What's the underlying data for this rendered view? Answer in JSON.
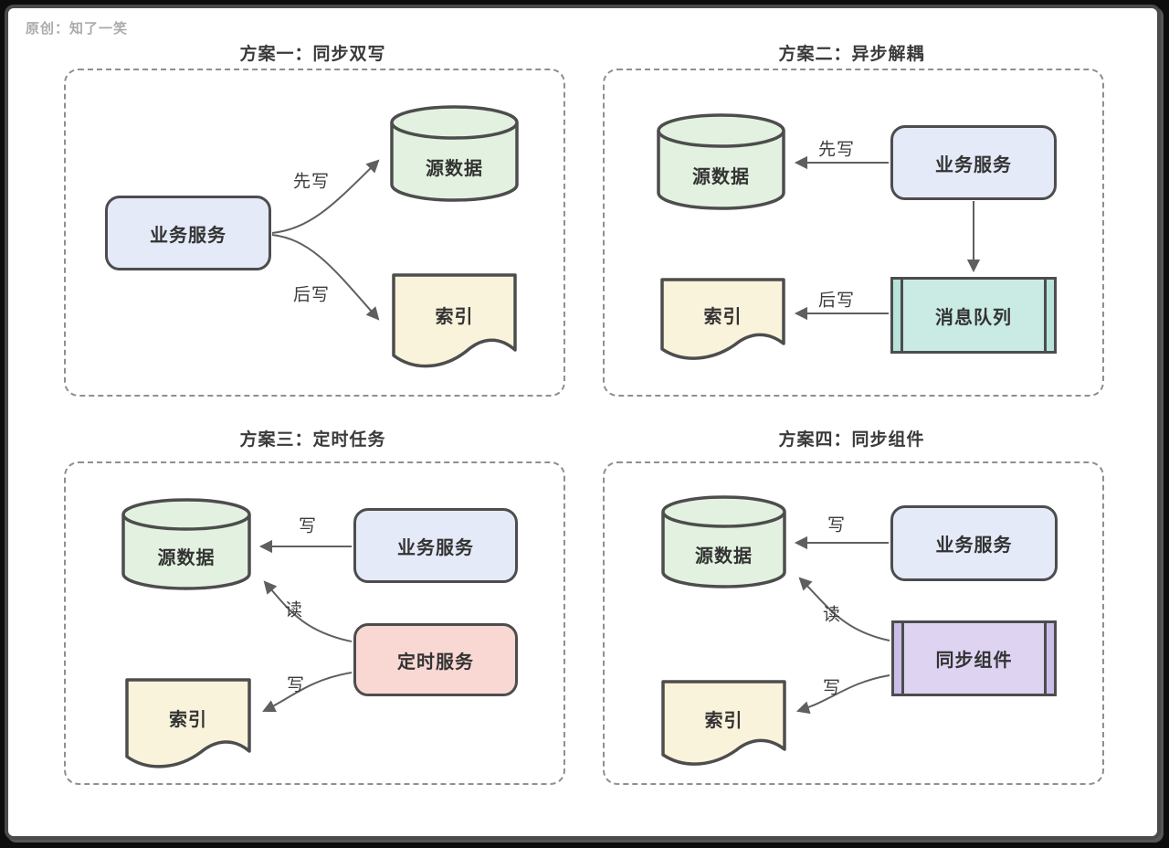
{
  "watermark": "原创：知了一笑",
  "colors": {
    "border": "#4d4d4d",
    "line": "#5f5f5f",
    "service": "#e5eaf8",
    "database": "#e3f2e0",
    "document": "#faf3dc",
    "queue": "#c9ebe3",
    "timer": "#f9d8d4",
    "sync": "#ded4f2"
  },
  "panels": [
    {
      "title": "方案一：同步双写",
      "service": "业务服务",
      "database": "源数据",
      "document": "索引",
      "edge1": "先写",
      "edge2": "后写"
    },
    {
      "title": "方案二：异步解耦",
      "service": "业务服务",
      "database": "源数据",
      "document": "索引",
      "queue": "消息队列",
      "edge1": "先写",
      "edge2": "后写"
    },
    {
      "title": "方案三：定时任务",
      "service": "业务服务",
      "database": "源数据",
      "document": "索引",
      "timer": "定时服务",
      "edge1": "写",
      "edge2": "读",
      "edge3": "写"
    },
    {
      "title": "方案四：同步组件",
      "service": "业务服务",
      "database": "源数据",
      "document": "索引",
      "sync": "同步组件",
      "edge1": "写",
      "edge2": "读",
      "edge3": "写"
    }
  ]
}
